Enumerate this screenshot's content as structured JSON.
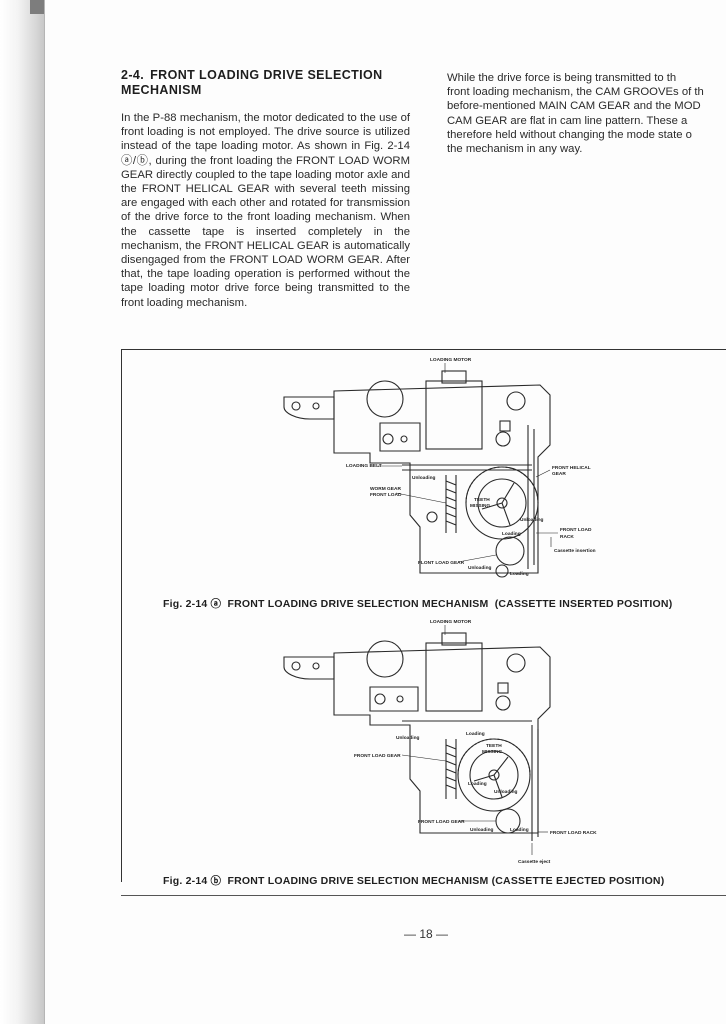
{
  "section": {
    "number": "2-4.",
    "title_line1": "FRONT LOADING DRIVE SELECTION",
    "title_line2": "MECHANISM"
  },
  "body_left": "In the P-88 mechanism, the motor dedicated to the use of front loading is not employed. The drive source is utilized instead of the tape loading motor. As shown in Fig. 2-14 ⓐ/ⓑ, during the front loading the FRONT LOAD WORM GEAR directly coupled to the tape loading motor axle and the FRONT HELICAL GEAR with several teeth missing are engaged with each other and rotated for transmission of the drive force to the front loading mechanism. When the cassette tape is inserted completely in the mechanism, the FRONT HELICAL GEAR is automatically disengaged from the FRONT LOAD WORM GEAR. After that, the tape loading operation is performed without the tape loading motor drive force being transmitted to the front loading mechanism.",
  "body_right_lines": [
    "While the drive force is being transmitted to th",
    "front loading mechanism, the CAM GROOVEs of th",
    "before-mentioned MAIN CAM GEAR and the MOD",
    "CAM GEAR are flat in cam line pattern. These a",
    "therefore held without changing the mode state o",
    "the mechanism in any way."
  ],
  "figure_a": {
    "labels": {
      "loading_motor": "LOADING MOTOR",
      "loading_belt": "LOADING BELT",
      "unloading_top": "Unloading",
      "front_helical_gear_1": "FRONT HELICAL",
      "front_helical_gear_2": "GEAR",
      "worm_gear_1": "WORM GEAR",
      "worm_gear_2": "FRONT LOAD",
      "teeth": "TEETH",
      "missing": "MISSING",
      "unloading_right": "Unloading",
      "loading_mid": "Loading",
      "front_load_rack_1": "FRONT LOAD",
      "front_load_rack_2": "RACK",
      "cassette_insertion": "Cassette insertion",
      "front_load_gear": "FLONT LOAD GEAR",
      "unloading_bottom": "Unloading",
      "loading_bottom": "Loading"
    },
    "caption_prefix": "Fig. 2-14 ⓐ",
    "caption_text": "FRONT LOADING DRIVE SELECTION MECHANISM",
    "caption_suffix": "(CASSETTE INSERTED POSITION)"
  },
  "figure_b": {
    "labels": {
      "loading_motor": "LOADING MOTOR",
      "unloading_top": "Unloading",
      "loading_top": "Loading",
      "teeth": "TEETH",
      "missing": "MISSING",
      "front_load_gear_left": "FRONT LOAD GEAR",
      "loading_mid": "Loading",
      "unloading_mid": "Unloading",
      "front_load_gear_bottom": "FRONT LOAD GEAR",
      "unloading_bottom": "Unloading",
      "loading_bottom": "Loading",
      "front_load_rack": "FRONT LOAD RACK",
      "cassette_eject": "Cassette eject"
    },
    "caption_prefix": "Fig. 2-14 ⓑ",
    "caption_text": "FRONT LOADING DRIVE SELECTION MECHANISM",
    "caption_suffix": "(CASSETTE EJECTED POSITION)"
  },
  "page_number": "— 18 —"
}
